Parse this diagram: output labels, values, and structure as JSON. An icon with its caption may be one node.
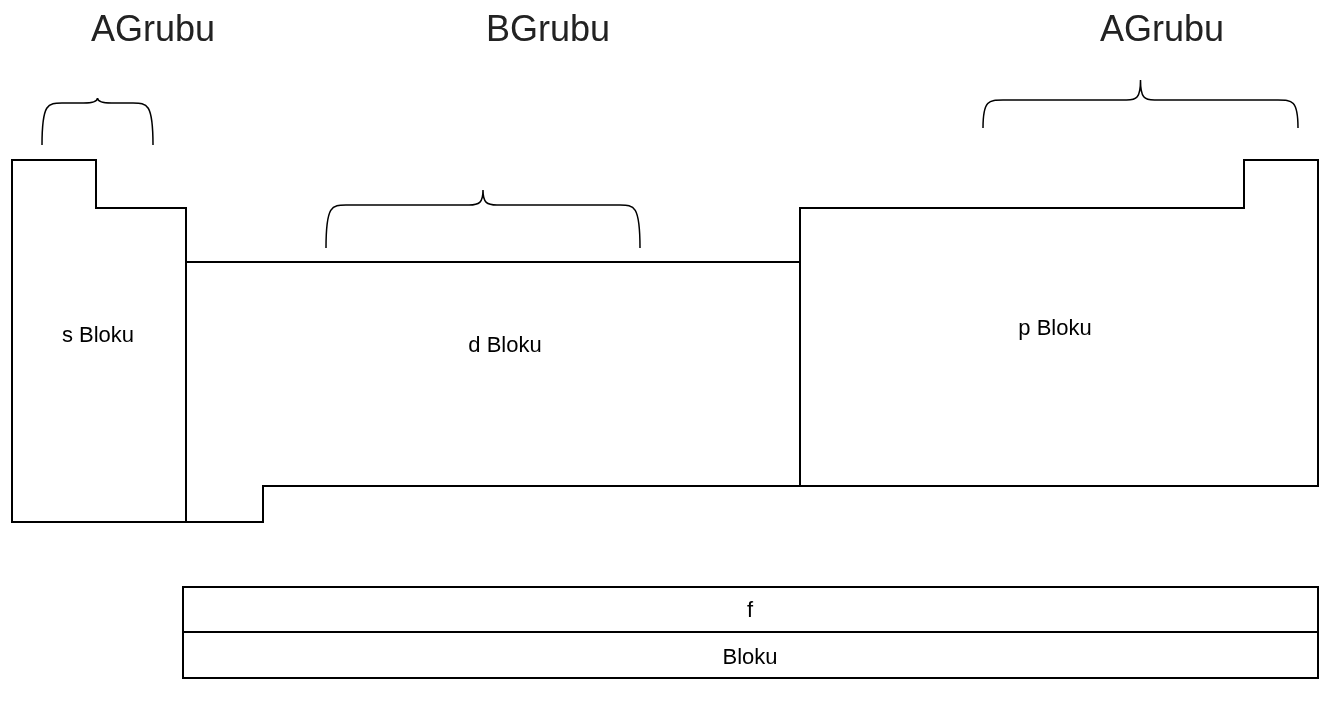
{
  "diagram": {
    "nodes": [
      {
        "text": [
          "s Bloku"
        ]
      },
      {
        "text": [
          "d Bloku"
        ]
      },
      {
        "text": [
          "p Bloku"
        ]
      },
      {
        "text": [
          "f",
          "Bloku"
        ]
      }
    ],
    "labels": [
      "AGrubu",
      "BGrubu",
      "AGrubu"
    ]
  }
}
